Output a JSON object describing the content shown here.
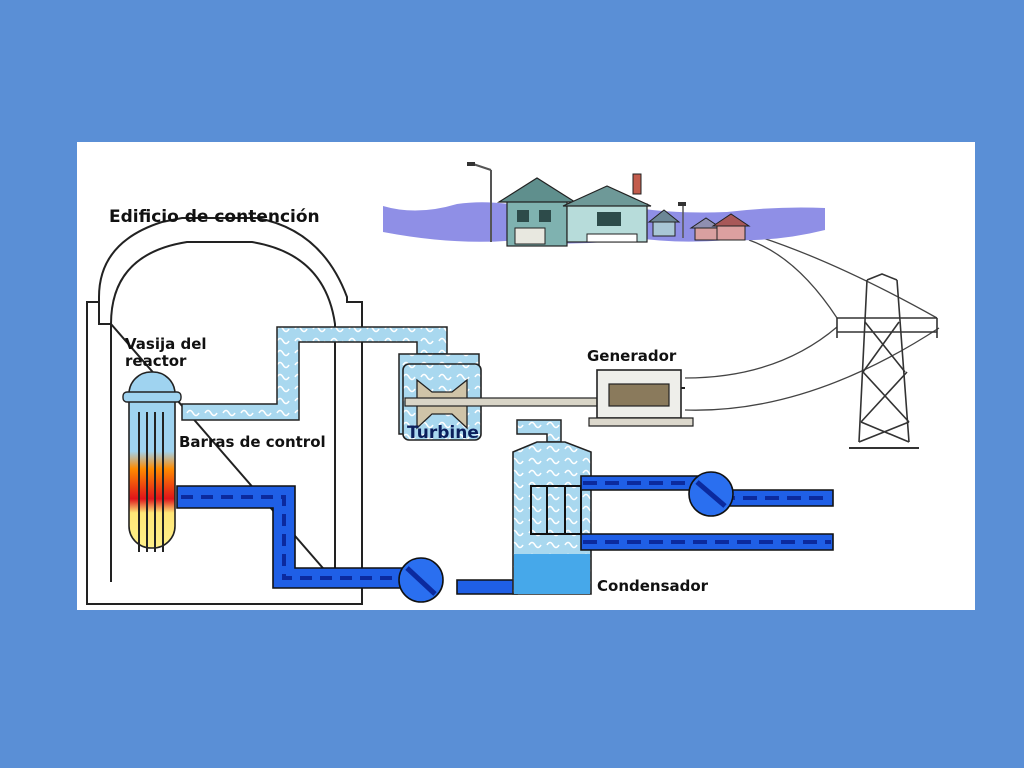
{
  "labels": {
    "containment": "Edificio de contención",
    "vessel_line1": "Vasija del",
    "vessel_line2": "reactor",
    "control_rods": "Barras de control",
    "turbine": "Turbine",
    "generator": "Generador",
    "condenser": "Condensador"
  }
}
